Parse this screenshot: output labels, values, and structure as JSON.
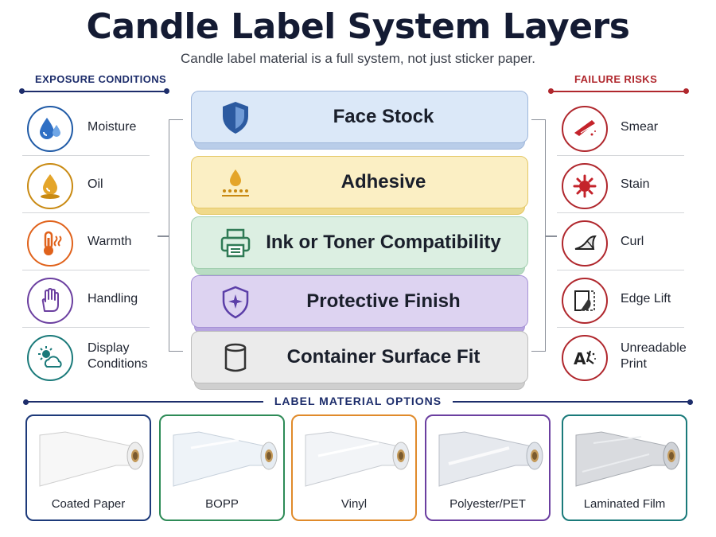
{
  "header": {
    "title": "Candle Label System Layers",
    "subtitle": "Candle label material is a full system, not just sticker paper."
  },
  "exposure": {
    "heading": "EXPOSURE CONDITIONS",
    "items": [
      {
        "label": "Moisture",
        "icon": "water-drops-icon",
        "color": "#1f5aa6"
      },
      {
        "label": "Oil",
        "icon": "oil-drop-icon",
        "color": "#c98a12"
      },
      {
        "label": "Warmth",
        "icon": "thermometer-icon",
        "color": "#e0621b"
      },
      {
        "label": "Handling",
        "icon": "hand-icon",
        "color": "#6b3fa0"
      },
      {
        "label": "Display\nConditions",
        "icon": "sun-cloud-icon",
        "color": "#1a7a7a"
      }
    ]
  },
  "layers": [
    {
      "label": "Face Stock",
      "icon": "shield-icon",
      "face": "#dbe8f8",
      "edge": "#b9cde9",
      "border": "#9fb7db",
      "iconColor": "#2c5aa0"
    },
    {
      "label": "Adhesive",
      "icon": "adhesive-drop-icon",
      "face": "#fbefc4",
      "edge": "#f0d98a",
      "border": "#e4c866",
      "iconColor": "#c98a12"
    },
    {
      "label": "Ink or Toner Compatibility",
      "icon": "printer-icon",
      "face": "#dcefe2",
      "edge": "#b8dcc3",
      "border": "#a3cfb0",
      "iconColor": "#2f7a55"
    },
    {
      "label": "Protective Finish",
      "icon": "protect-badge-icon",
      "face": "#ddd3f1",
      "edge": "#b7a5e0",
      "border": "#a692d6",
      "iconColor": "#5b3ea8"
    },
    {
      "label": "Container Surface Fit",
      "icon": "jar-icon",
      "face": "#ebebeb",
      "edge": "#cfcfcf",
      "border": "#bdbdbd",
      "iconColor": "#333333"
    }
  ],
  "failures": {
    "heading": "FAILURE RISKS",
    "items": [
      {
        "label": "Smear",
        "icon": "smear-icon",
        "color": "#b0272d"
      },
      {
        "label": "Stain",
        "icon": "stain-splat-icon",
        "color": "#b0272d"
      },
      {
        "label": "Curl",
        "icon": "curl-icon",
        "color": "#b0272d"
      },
      {
        "label": "Edge Lift",
        "icon": "edge-lift-icon",
        "color": "#b0272d"
      },
      {
        "label": "Unreadable\nPrint",
        "icon": "unreadable-text-icon",
        "color": "#b0272d"
      }
    ]
  },
  "options": {
    "heading": "LABEL MATERIAL OPTIONS",
    "items": [
      {
        "label": "Coated Paper",
        "border": "#1d3a7a",
        "roll": "#f7f7f7"
      },
      {
        "label": "BOPP",
        "border": "#2e8b57",
        "roll": "#eef3f8"
      },
      {
        "label": "Vinyl",
        "border": "#e08a2a",
        "roll": "#f2f4f7"
      },
      {
        "label": "Polyester/PET",
        "border": "#6b3fa0",
        "roll": "#e6e9ee"
      },
      {
        "label": "Laminated Film",
        "border": "#1a7a7a",
        "roll": "#d9dbdf"
      }
    ]
  }
}
